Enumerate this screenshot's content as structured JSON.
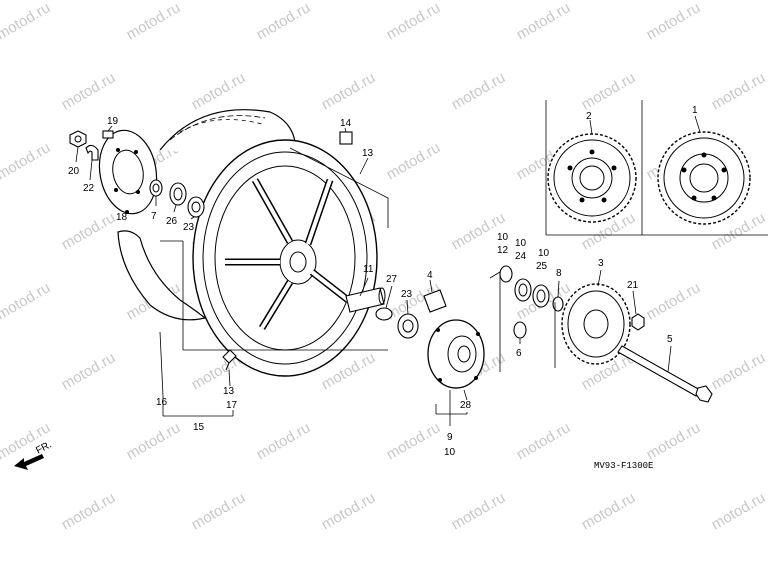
{
  "watermark_text": "motod.ru",
  "diagram_code": "MV93-F1300E",
  "direction_label": "FR.",
  "callouts": {
    "c1": "1",
    "c2": "2",
    "c3": "3",
    "c4": "4",
    "c5": "5",
    "c6": "6",
    "c7": "7",
    "c8": "8",
    "c9": "9",
    "c10a": "10",
    "c10b": "10",
    "c10c": "10",
    "c10d": "10",
    "c11": "11",
    "c12": "12",
    "c13": "13",
    "c14": "14",
    "c15": "15",
    "c16": "16",
    "c17": "17",
    "c18": "18",
    "c19": "19",
    "c20": "20",
    "c21": "21",
    "c22": "22",
    "c23a": "23",
    "c23b": "23",
    "c24": "24",
    "c25": "25",
    "c26": "26",
    "c27": "27",
    "c28": "28"
  }
}
